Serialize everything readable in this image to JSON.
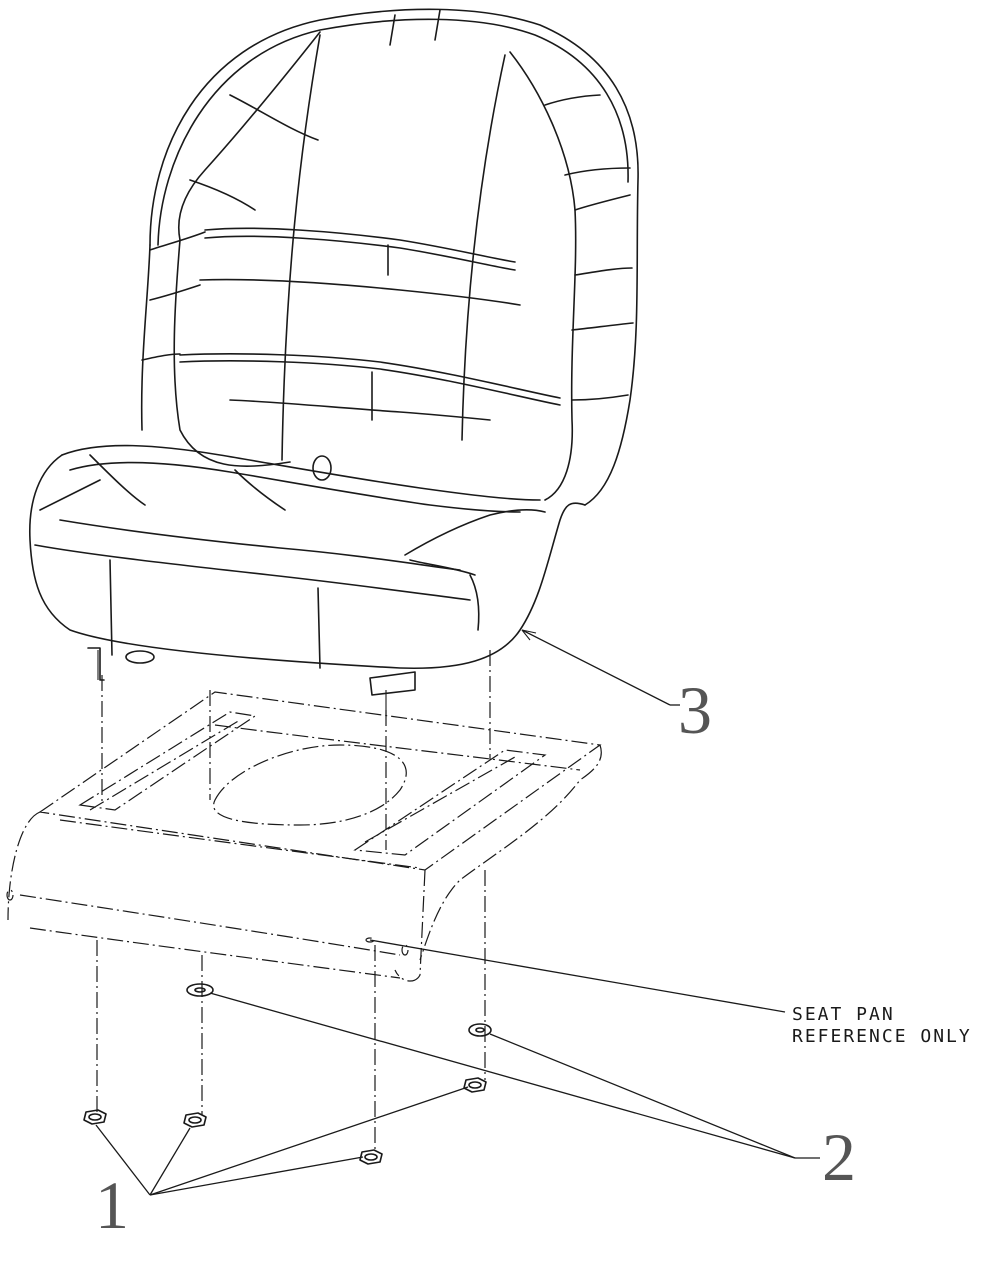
{
  "callouts": {
    "c1": "1",
    "c2": "2",
    "c3": "3"
  },
  "note": {
    "line1": "SEAT PAN",
    "line2": "REFERENCE ONLY"
  },
  "colors": {
    "line": "#1a1a1a",
    "callout": "#555555",
    "background": "#ffffff"
  }
}
